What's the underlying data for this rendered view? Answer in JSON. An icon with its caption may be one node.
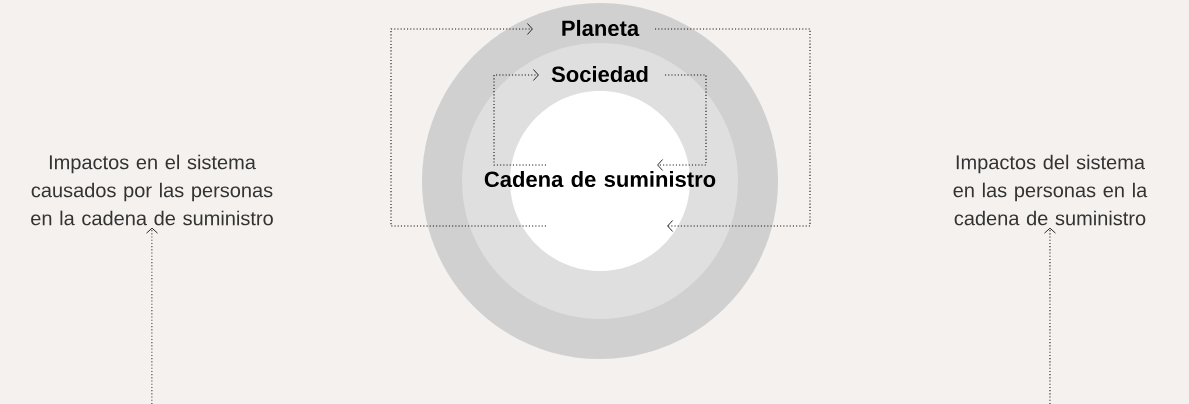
{
  "diagram": {
    "nodes": [
      {
        "text": [
          "Planeta"
        ]
      },
      {
        "text": [
          "Sociedad"
        ],
        "in": 0
      },
      {
        "text": [
          "Cadena de suministro"
        ],
        "in": 1
      },
      {
        "text": [
          "Impactos en el sistema causados por las personas en la cadena de suministro"
        ]
      },
      {
        "text": [
          "Impactos del sistema en las personas en la cadena de suministro"
        ]
      }
    ],
    "edges": [
      {
        "from": 2,
        "to": 0,
        "arrow": "to"
      },
      {
        "from": 0,
        "to": 2,
        "arrow": "to"
      },
      {
        "from": 2,
        "to": 1,
        "arrow": "to"
      },
      {
        "from": 1,
        "to": 2,
        "arrow": "to"
      },
      {
        "from": null,
        "to": 3,
        "arrow": "to"
      },
      {
        "from": null,
        "to": 4,
        "arrow": "to"
      }
    ]
  }
}
